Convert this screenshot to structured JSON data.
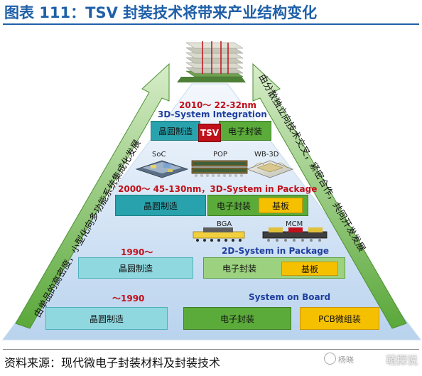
{
  "title": "图表 111：TSV 封装技术将带来产业结构变化",
  "source": "资料来源：现代微电子封装材料及封装技术",
  "watermark": {
    "account": "杨晓",
    "logo_text": "萌探说"
  },
  "left_arrow_text": "由单品的高密度，小型化向多功能系统集成化发展",
  "right_arrow_text": "由分散独立向技术交叉，紧密合作，共同开发发展",
  "tiers": {
    "top": {
      "label_line1": "2010～  22-32nm",
      "label_line2": "3D-System Integration",
      "wafer": "晶圆制造",
      "tsv": "TSV",
      "pkg": "电子封装"
    },
    "third": {
      "label": "2000～  45-130nm，3D-System in Package",
      "wafer": "晶圆制造",
      "pkg": "电子封装",
      "substrate": "基板",
      "chips": [
        "SoC",
        "POP",
        "WB-3D"
      ]
    },
    "second": {
      "label_left": "1990～",
      "label_right": "2D-System in Package",
      "wafer": "晶圆制造",
      "pkg": "电子封装",
      "substrate": "基板",
      "chips": [
        "BGA",
        "MCM"
      ]
    },
    "bottom": {
      "label_left": "～1990",
      "label_right": "System on Board",
      "wafer": "晶圆制造",
      "pkg": "电子封装",
      "substrate": "PCB微组装"
    }
  },
  "colors": {
    "title": "#1f5fa8",
    "wafer": "#28a3ad",
    "package": "#5bab3a",
    "substrate": "#f5c000",
    "year_label": "#c0101a",
    "tier_label": "#1f3f9f",
    "arrow": "#7bbf5a"
  }
}
